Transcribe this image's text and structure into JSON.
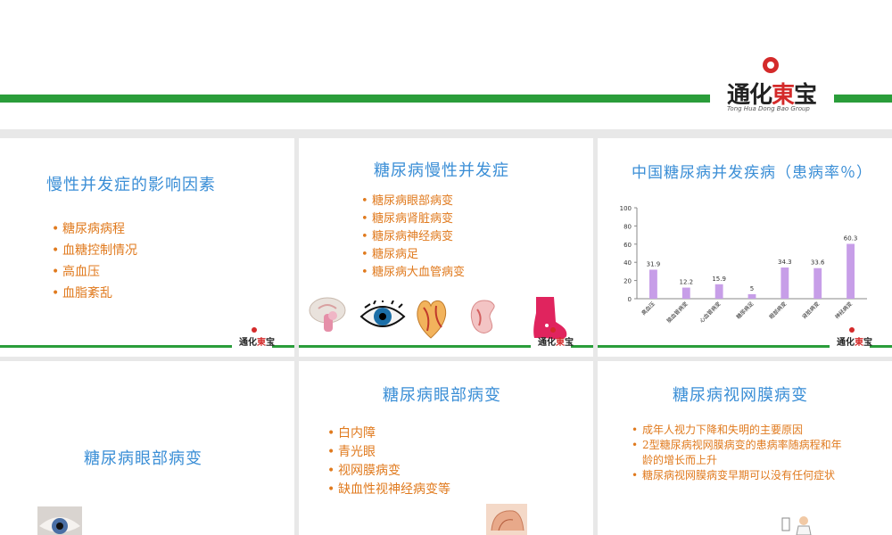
{
  "header": {
    "logo_cn_prefix": "通化",
    "logo_cn_red": "東",
    "logo_cn_suffix": "宝",
    "logo_en": "Tong Hua Dong Bao Group",
    "brand_green": "#2a9d3a",
    "brand_red": "#d42a2a"
  },
  "slides": [
    {
      "title": "慢性并发症的影响因素",
      "items": [
        "糖尿病病程",
        "血糖控制情况",
        "高血压",
        "血脂紊乱"
      ]
    },
    {
      "title": "糖尿病慢性并发症",
      "items": [
        "糖尿病眼部病变",
        "糖尿病肾脏病变",
        "糖尿病神经病变",
        "糖尿病足",
        "糖尿病大血管病变"
      ],
      "icons": [
        "brain-icon",
        "eye-icon",
        "heart-icon",
        "kidney-icon",
        "foot-icon"
      ]
    },
    {
      "title": "中国糖尿病并发疾病（患病率％）"
    },
    {
      "title": "糖尿病眼部病变"
    },
    {
      "title": "糖尿病眼部病变",
      "items": [
        "白内障",
        "青光眼",
        "视网膜病变",
        "缺血性视神经病变等"
      ]
    },
    {
      "title": "糖尿病视网膜病变",
      "items": [
        "成年人视力下降和失明的主要原因",
        "2型糖尿病视网膜病变的患病率随病程和年龄的增长而上升",
        "糖尿病视网膜病变早期可以没有任何症状"
      ]
    }
  ],
  "footer_logo": {
    "cn_prefix": "通化",
    "cn_red": "東",
    "cn_suffix": "宝"
  },
  "chart_data": {
    "type": "bar",
    "title": "中国糖尿病并发疾病（患病率％）",
    "categories": [
      "高血压",
      "脑血管病变",
      "心血管病变",
      "糖尿病足",
      "眼部病变",
      "肾脏病变",
      "神经病变"
    ],
    "values": [
      31.9,
      12.2,
      15.9,
      5,
      34.3,
      33.6,
      60.3
    ],
    "value_labels": [
      "31.9",
      "12.2",
      "15.9",
      "5",
      "34.3",
      "33.6",
      "60.3"
    ],
    "ylim": [
      0,
      100
    ],
    "yticks": [
      "0",
      "20",
      "40",
      "60",
      "80",
      "100"
    ],
    "bar_color": "#c79ee8",
    "grid": false,
    "legend": "none"
  }
}
